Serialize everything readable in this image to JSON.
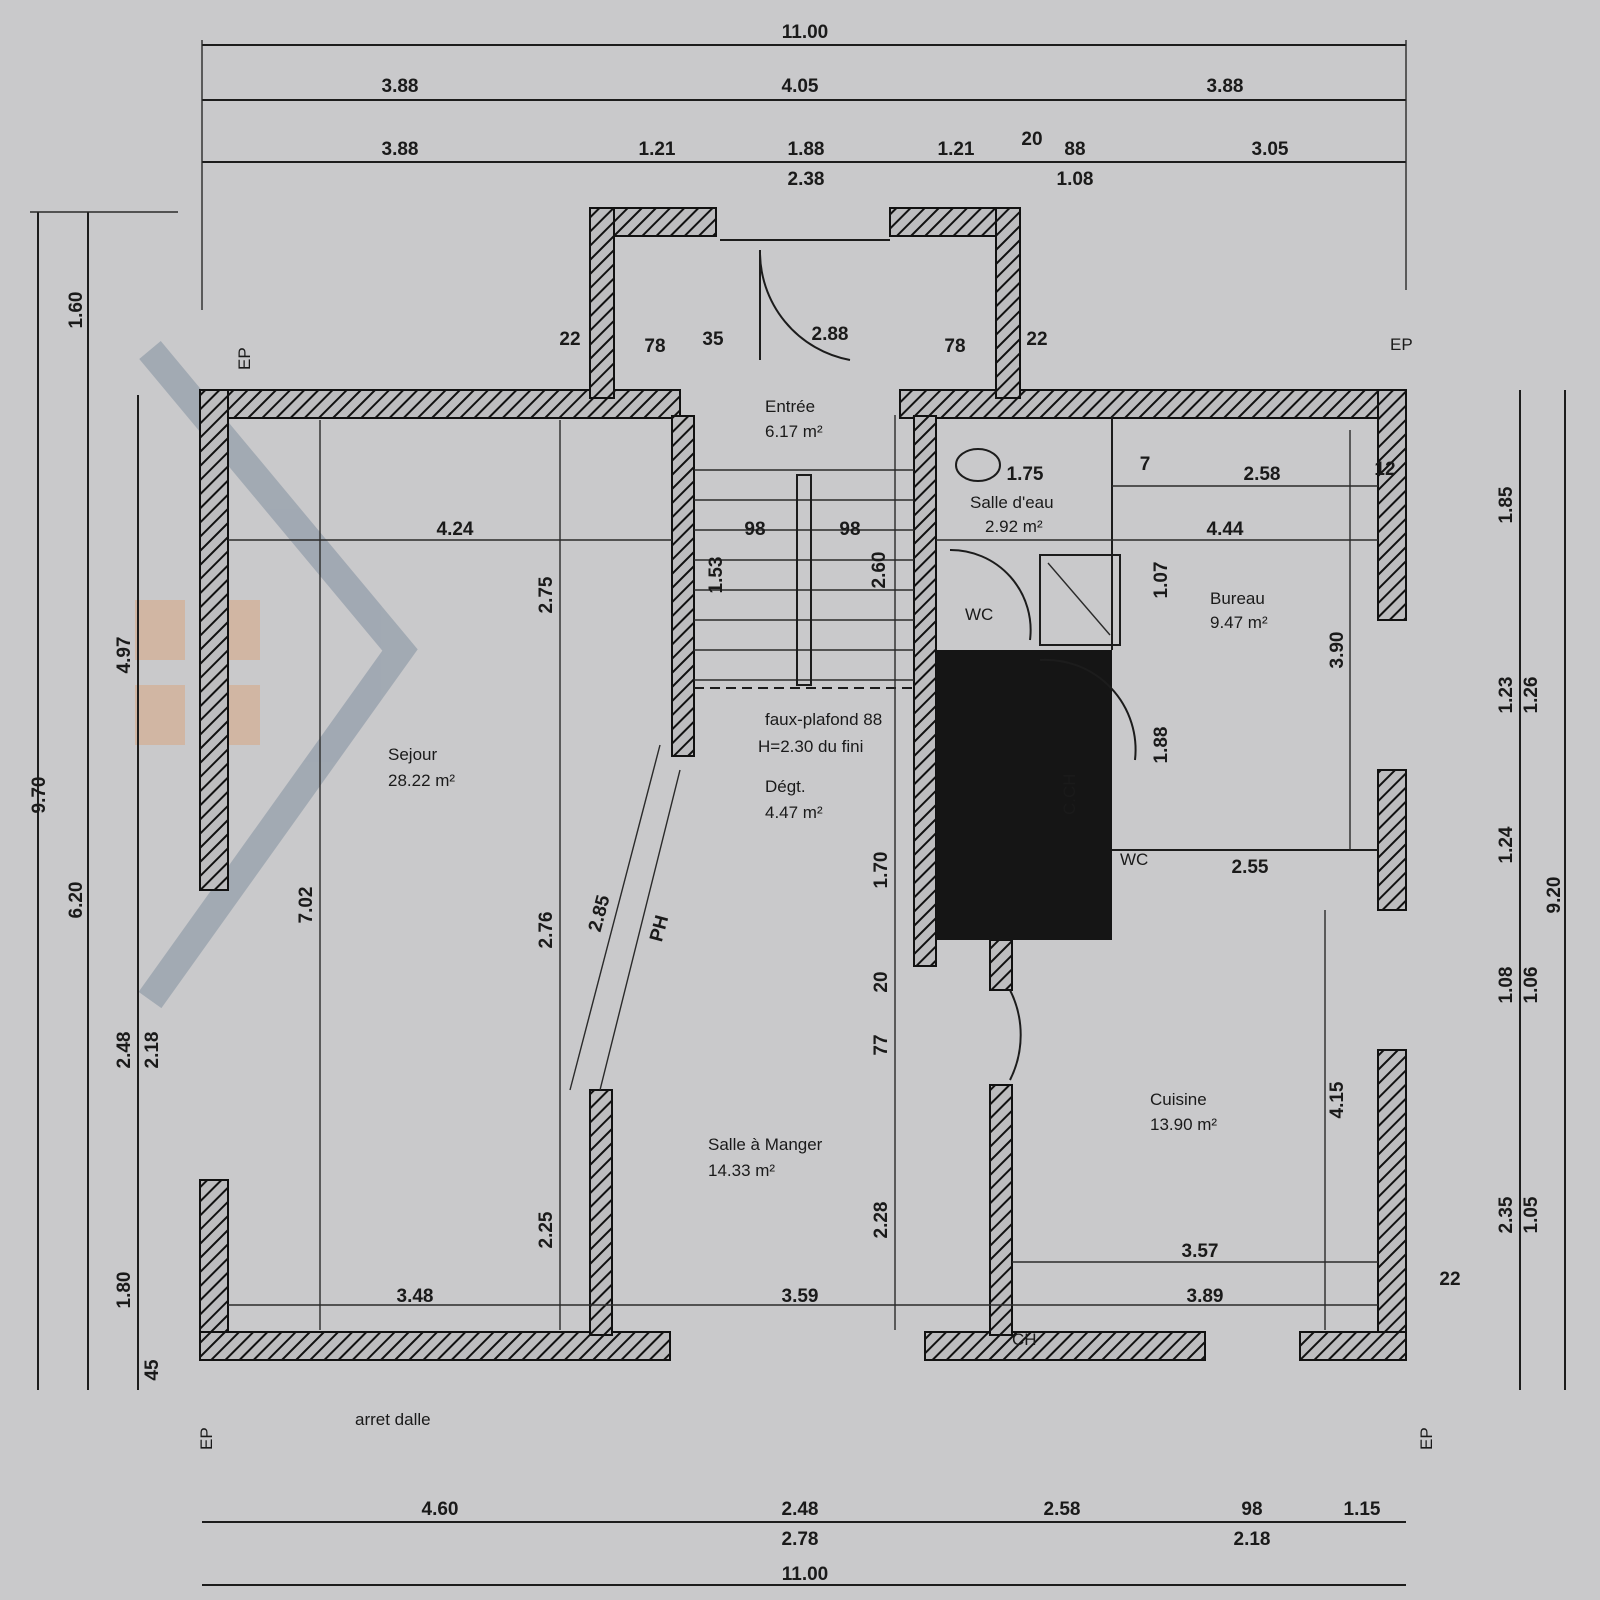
{
  "colors": {
    "background": "#c9c9cb",
    "ink": "#1a1a1a",
    "fill_block": "#151515"
  },
  "rooms": [
    {
      "name": "Entrée",
      "area": "6.17 m²"
    },
    {
      "name": "Salle d'eau",
      "area": "2.92 m²"
    },
    {
      "name": "Bureau",
      "area": "9.47 m²"
    },
    {
      "name": "Sejour",
      "area": "28.22 m²"
    },
    {
      "name": "Dégt.",
      "area": "4.47 m²"
    },
    {
      "name": "Salle à Manger",
      "area": "14.33 m²"
    },
    {
      "name": "Cuisine",
      "area": "13.90 m²"
    }
  ],
  "notes": {
    "faux_plafond": "faux-plafond 88",
    "hauteur": "H=2.30 du fini",
    "arret_dalle": "arret dalle",
    "wc1": "WC",
    "wc2": "WC",
    "cch": "C.CH",
    "ch": "CH",
    "ep": [
      "EP",
      "EP",
      "EP",
      "EP"
    ]
  },
  "dims_top": {
    "total": "11.00",
    "row2": [
      "3.88",
      "4.05",
      "3.88"
    ],
    "row3": [
      "3.88",
      "1.21",
      "1.88",
      "1.21",
      "20",
      "88",
      "3.05"
    ],
    "row3_sub": [
      "2.38",
      "1.08"
    ]
  },
  "dims_bottom": {
    "row1": [
      "4.60",
      "2.48",
      "2.58",
      "98",
      "1.15"
    ],
    "row1_sub": [
      "2.78",
      "2.18"
    ],
    "total": "11.00"
  },
  "dims_left": [
    "1.60",
    "9.70",
    "6.20",
    "4.97",
    "2.48",
    "2.18",
    "1.80",
    "45"
  ],
  "dims_right": [
    "1.85",
    "1.23",
    "1.26",
    "1.24",
    "1.08",
    "1.06",
    "2.35",
    "1.05",
    "9.20"
  ],
  "dims_inner": {
    "sejour_w": "4.24",
    "sejour_h": "7.02",
    "sejour_bottom": "3.48",
    "v1": "2.75",
    "v2": "2.76",
    "v3": "2.25",
    "diag": "2.85",
    "ph": "PH",
    "sam_w": "3.59",
    "cuisine_w": "3.89",
    "cuisine_w2": "3.57",
    "cuisine_h": "4.15",
    "bureau_w": "4.44",
    "bureau_w2": "2.58",
    "bureau_h": "3.90",
    "hall_w": "2.55",
    "sde_w": "1.75",
    "entry_w": "2.88",
    "entry_78a": "78",
    "entry_78b": "78",
    "w22a": "22",
    "w22b": "22",
    "w35": "35",
    "stair_h": "2.60",
    "stair_98a": "98",
    "stair_98b": "98",
    "stair_153": "1.53",
    "d170": "1.70",
    "d77": "77",
    "d228": "2.28",
    "d20": "20",
    "d107": "1.07",
    "d188": "1.88",
    "d7": "7",
    "d12": "12",
    "d22": "22"
  }
}
